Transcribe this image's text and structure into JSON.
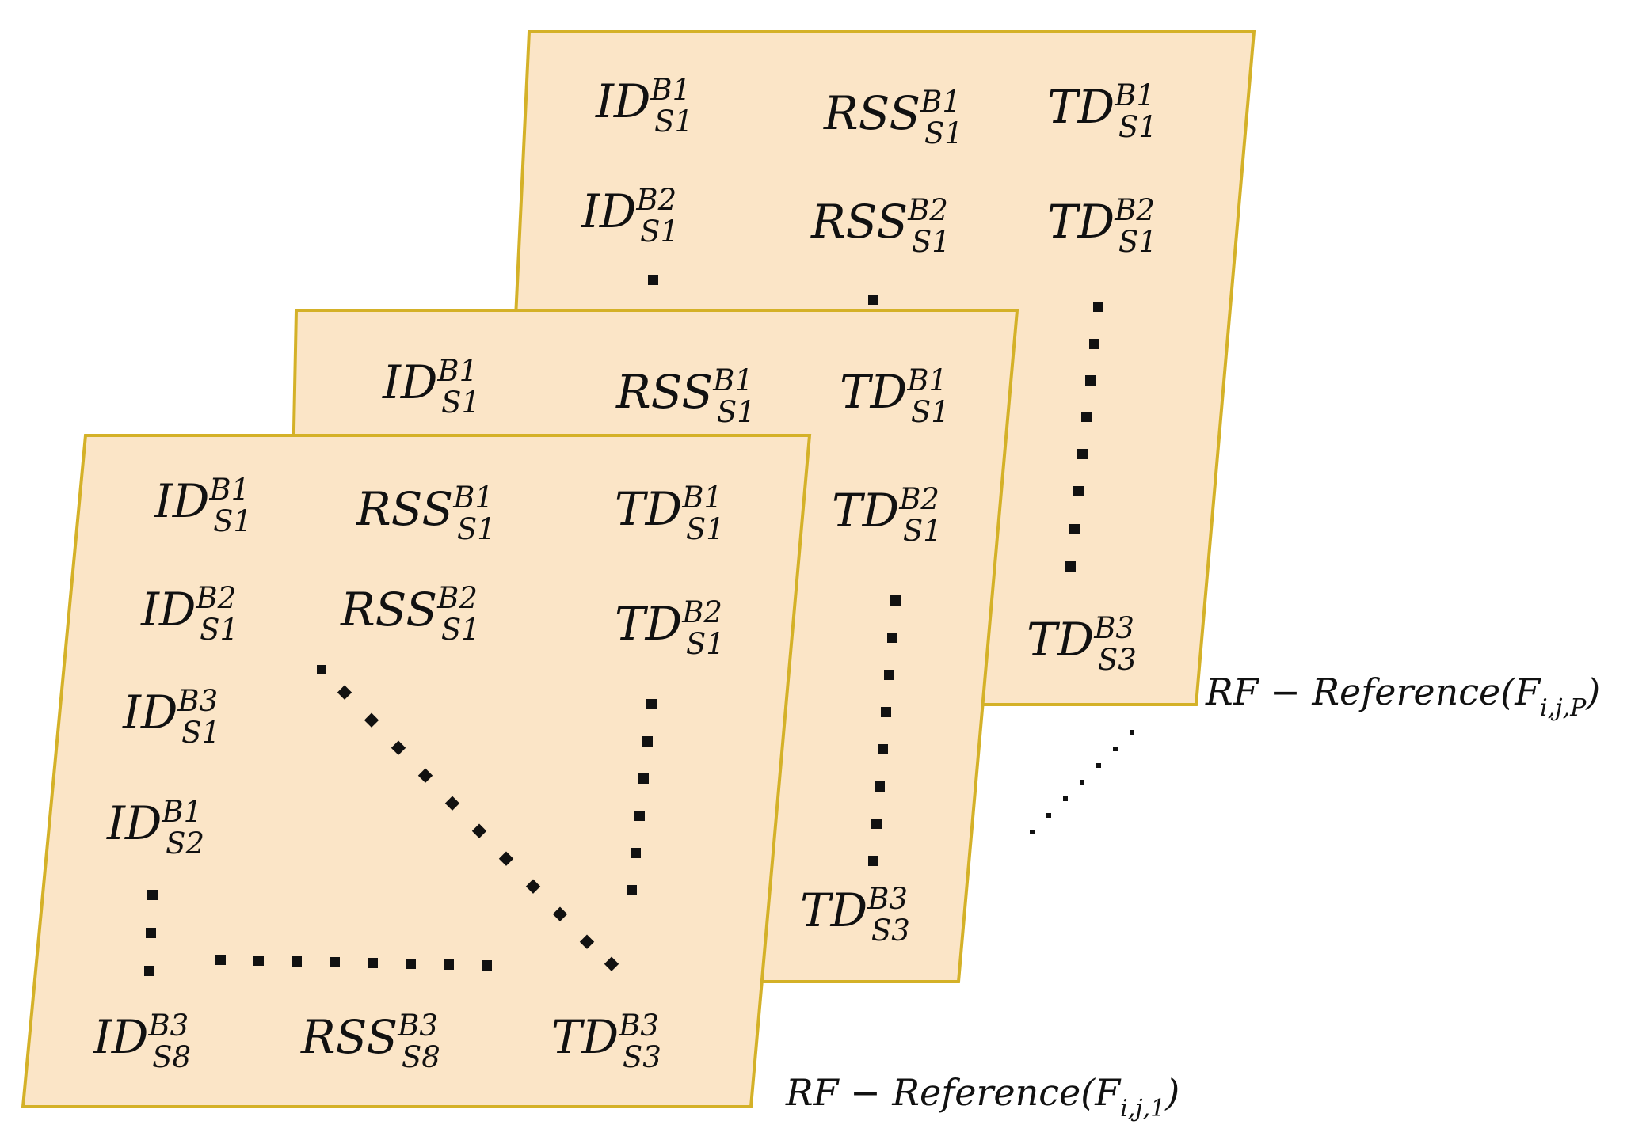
{
  "colors": {
    "sheet_fill": "#fbe5c7",
    "sheet_border": "#d4b128",
    "ink": "#111111"
  },
  "sheets": [
    {
      "id": "back",
      "labels": [
        {
          "base": "ID",
          "sup": "B1",
          "sub": "S1"
        },
        {
          "base": "RSS",
          "sup": "B1",
          "sub": "S1"
        },
        {
          "base": "TD",
          "sup": "B1",
          "sub": "S1"
        },
        {
          "base": "ID",
          "sup": "B2",
          "sub": "S1"
        },
        {
          "base": "RSS",
          "sup": "B2",
          "sub": "S1"
        },
        {
          "base": "TD",
          "sup": "B2",
          "sub": "S1"
        },
        {
          "base": "TD",
          "sup": "B3",
          "sub": "S3"
        }
      ],
      "caption": {
        "main": "RF − Reference(F",
        "sub": "i,j,P",
        "close": ")"
      }
    },
    {
      "id": "middle",
      "labels": [
        {
          "base": "ID",
          "sup": "B1",
          "sub": "S1"
        },
        {
          "base": "RSS",
          "sup": "B1",
          "sub": "S1"
        },
        {
          "base": "TD",
          "sup": "B1",
          "sub": "S1"
        },
        {
          "base": "TD",
          "sup": "B2",
          "sub": "S1"
        },
        {
          "base": "TD",
          "sup": "B3",
          "sub": "S3"
        }
      ]
    },
    {
      "id": "front",
      "labels": [
        {
          "base": "ID",
          "sup": "B1",
          "sub": "S1"
        },
        {
          "base": "RSS",
          "sup": "B1",
          "sub": "S1"
        },
        {
          "base": "TD",
          "sup": "B1",
          "sub": "S1"
        },
        {
          "base": "ID",
          "sup": "B2",
          "sub": "S1"
        },
        {
          "base": "RSS",
          "sup": "B2",
          "sub": "S1"
        },
        {
          "base": "TD",
          "sup": "B2",
          "sub": "S1"
        },
        {
          "base": "ID",
          "sup": "B3",
          "sub": "S1"
        },
        {
          "base": "ID",
          "sup": "B1",
          "sub": "S2"
        },
        {
          "base": "ID",
          "sup": "B3",
          "sub": "S8"
        },
        {
          "base": "RSS",
          "sup": "B3",
          "sub": "S8"
        },
        {
          "base": "TD",
          "sup": "B3",
          "sub": "S3"
        }
      ],
      "caption": {
        "main": "RF − Reference(F",
        "sub": "i,j,1",
        "close": ")"
      }
    }
  ]
}
